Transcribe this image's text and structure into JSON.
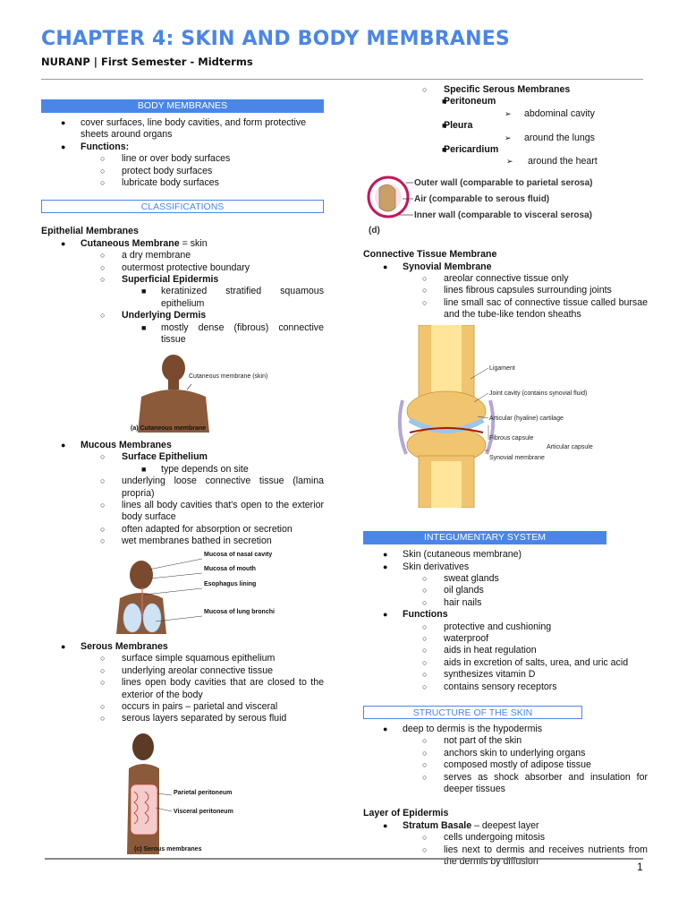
{
  "header": {
    "title": "CHAPTER 4: SKIN AND BODY MEMBRANES",
    "subtitle": "NURANP | First Semester - Midterms"
  },
  "left": {
    "body_membranes": {
      "heading": "BODY MEMBRANES",
      "items": [
        "cover surfaces, line body cavities, and form protective sheets around organs"
      ],
      "functions_label": "Functions:",
      "functions": [
        "line or over body surfaces",
        "protect body surfaces",
        "lubricate body surfaces"
      ]
    },
    "classifications": {
      "heading": "CLASSIFICATIONS",
      "epithelial_title": "Epithelial Membranes",
      "cutaneous": {
        "label": "Cutaneous Membrane",
        "suffix": " = skin",
        "items": [
          "a dry membrane",
          "outermost protective boundary"
        ],
        "superficial_label": "Superficial Epidermis",
        "superficial_items": [
          "keratinized stratified squamous epithelium"
        ],
        "dermis_label": "Underlying Dermis",
        "dermis_items": [
          "mostly dense (fibrous) connective tissue"
        ],
        "figure_label": "Cutaneous membrane (skin)",
        "figure_caption": "(a) Cutaneous membrane"
      },
      "mucous": {
        "label": "Mucous Membranes",
        "surface_label": "Surface Epithelium",
        "surface_items": [
          "type depends on site"
        ],
        "items": [
          "underlying loose connective tissue (lamina propria)",
          "lines all body cavities that's open to the exterior body surface",
          "often adapted for absorption or secretion",
          "wet membranes bathed in secretion"
        ],
        "figure_labels": [
          "Mucosa of nasal cavity",
          "Mucosa of mouth",
          "Esophagus lining",
          "Mucosa of lung bronchi"
        ]
      },
      "serous": {
        "label": "Serous Membranes",
        "items": [
          "surface simple squamous epithelium",
          "underlying areolar connective tissue",
          "lines open body cavities that are closed to the exterior of the body",
          "occurs in pairs – parietal and visceral",
          "serous layers separated by serous fluid"
        ],
        "figure_labels": [
          "Parietal peritoneum",
          "Visceral peritoneum"
        ],
        "figure_caption": "(c) Serous membranes"
      }
    }
  },
  "right": {
    "specific_serous": {
      "label": "Specific Serous Membranes",
      "items": [
        {
          "name": "Peritoneum",
          "detail": "abdominal cavity"
        },
        {
          "name": "Pleura",
          "detail": "around the lungs"
        },
        {
          "name": "Pericardium",
          "detail": "around the heart"
        }
      ],
      "figure_legend": [
        "Outer wall (comparable to parietal serosa)",
        "Air (comparable to serous fluid)",
        "Inner wall (comparable to visceral serosa)"
      ],
      "figure_tag": "(d)"
    },
    "connective": {
      "title": "Connective Tissue Membrane",
      "synovial_label": "Synovial Membrane",
      "items": [
        "areolar connective tissue only",
        "lines fibrous capsules surrounding joints",
        "line small sac of connective tissue called bursae and the tube-like tendon sheaths"
      ],
      "figure_labels": {
        "ligament": "Ligament",
        "joint_cavity": "Joint cavity (contains synovial fluid)",
        "cartilage": "Articular (hyaline) cartilage",
        "fibrous": "Fibrous capsule",
        "synovial": "Synovial membrane",
        "articular": "Articular capsule"
      }
    },
    "integumentary": {
      "heading": "INTEGUMENTARY SYSTEM",
      "items": [
        "Skin (cutaneous membrane)",
        "Skin derivatives"
      ],
      "derivatives": [
        "sweat glands",
        "oil glands",
        "hair nails"
      ],
      "functions_label": "Functions",
      "functions": [
        "protective and cushioning",
        "waterproof",
        "aids in heat regulation",
        "aids in excretion of salts, urea, and uric acid",
        "synthesizes vitamin D",
        "contains sensory receptors"
      ]
    },
    "structure": {
      "heading": "STRUCTURE OF THE SKIN",
      "item": "deep to dermis is the hypodermis",
      "sub": [
        "not part of the skin",
        "anchors skin to underlying organs",
        "composed mostly of adipose tissue",
        "serves as shock absorber and insulation for deeper tissues"
      ],
      "epidermis_title": "Layer of Epidermis",
      "basale_label": "Stratum Basale",
      "basale_suffix": " – deepest layer",
      "basale_items": [
        "cells undergoing mitosis",
        "lies next to dermis and receives nutrients from the dermis by diffusion"
      ]
    }
  },
  "footer": {
    "page": "1"
  },
  "colors": {
    "accent": "#4a86e8"
  }
}
